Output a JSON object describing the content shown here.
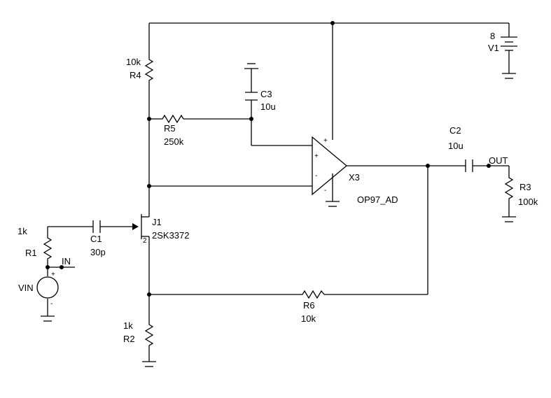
{
  "components": {
    "R1": {
      "ref": "R1",
      "value": "1k"
    },
    "R2": {
      "ref": "R2",
      "value": "1k"
    },
    "R3": {
      "ref": "R3",
      "value": "100k"
    },
    "R4": {
      "ref": "R4",
      "value": "10k"
    },
    "R5": {
      "ref": "R5",
      "value": "250k"
    },
    "R6": {
      "ref": "R6",
      "value": "10k"
    },
    "C1": {
      "ref": "C1",
      "value": "30p"
    },
    "C2": {
      "ref": "C2",
      "value": "10u"
    },
    "C3": {
      "ref": "C3",
      "value": "10u"
    },
    "J1": {
      "ref": "J1",
      "part": "2SK3372"
    },
    "X3": {
      "ref": "X3",
      "part": "OP97_AD"
    },
    "V1": {
      "ref": "V1",
      "value": "8"
    },
    "VIN": {
      "ref": "VIN"
    }
  },
  "nets": {
    "in": "IN",
    "out": "OUT"
  },
  "pins": {
    "plus": "+",
    "minus": "-"
  }
}
